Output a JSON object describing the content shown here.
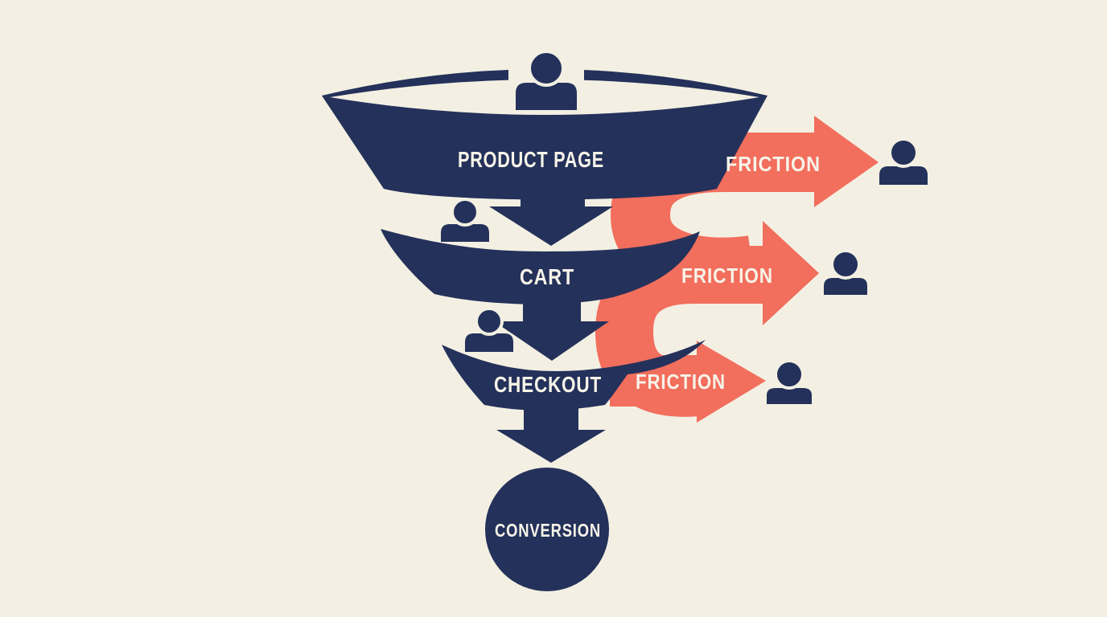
{
  "diagram": {
    "type": "conversion-funnel",
    "stages": [
      {
        "label": "PRODUCT PAGE",
        "icon": "user-icon"
      },
      {
        "label": "CART",
        "icon": "user-icon"
      },
      {
        "label": "CHECKOUT",
        "icon": "user-icon"
      },
      {
        "label": "CONVERSION"
      }
    ],
    "friction_arrows": [
      {
        "label": "FRICTION",
        "icon": "user-icon"
      },
      {
        "label": "FRICTION",
        "icon": "user-icon"
      },
      {
        "label": "FRICTION",
        "icon": "user-icon"
      }
    ],
    "colors": {
      "background": "#F3F0E3",
      "navy": "#24315A",
      "coral": "#F26E5D",
      "label_text": "#F7F4E9"
    }
  }
}
